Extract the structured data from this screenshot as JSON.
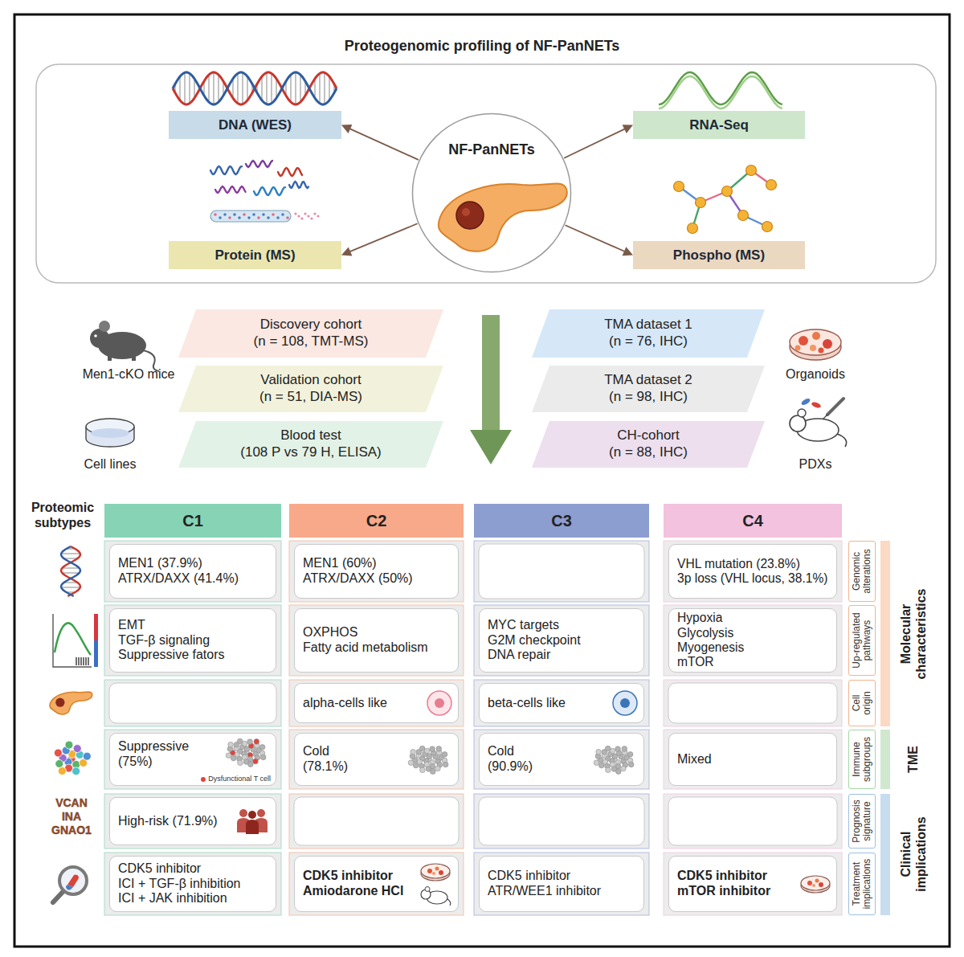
{
  "diagram": {
    "title": "Proteogenomic profiling of NF-PanNETs",
    "nodes": [
      {
        "text": [
          "DNA (WES)"
        ]
      },
      {
        "text": [
          "NF-PanNETs"
        ]
      },
      {
        "text": [
          "RNA-Seq"
        ]
      },
      {
        "text": [
          "Protein (MS)"
        ]
      },
      {
        "text": [
          "Phospho (MS)"
        ]
      },
      {
        "text": [
          "Discovery cohort",
          "(n = 108, TMT-MS)"
        ]
      },
      {
        "text": [
          "TMA dataset 1",
          "(n = 76, IHC)"
        ]
      },
      {
        "text": [
          "Validation cohort",
          "(n = 51, DIA-MS)"
        ]
      },
      {
        "text": [
          "TMA dataset 2",
          "(n = 98, IHC)"
        ]
      },
      {
        "text": [
          "Blood test",
          "(108 P vs 79 H, ELISA)"
        ]
      },
      {
        "text": [
          "CH-cohort",
          "(n = 88, IHC)"
        ]
      },
      {
        "text": [
          "C1"
        ]
      },
      {
        "text": [
          "C2"
        ]
      },
      {
        "text": [
          "C3"
        ]
      },
      {
        "text": [
          "C4"
        ]
      },
      {
        "text": [
          "MEN1 (37.9%)",
          "ATRX/DAXX (41.4%)"
        ]
      },
      {
        "text": [
          "MEN1 (60%)",
          "ATRX/DAXX (50%)"
        ]
      },
      {
        "text": [
          "VHL mutation (23.8%)",
          "3p loss (VHL locus, 38.1%)"
        ]
      },
      {
        "text": [
          "Genomic alterations"
        ]
      },
      {
        "text": [
          "EMT",
          "TGF-β signaling",
          "Suppressive fators"
        ]
      },
      {
        "text": [
          "OXPHOS",
          "Fatty acid metabolism"
        ]
      },
      {
        "text": [
          "MYC targets",
          "G2M checkpoint",
          "DNA repair"
        ]
      },
      {
        "text": [
          "Hypoxia",
          "Glycolysis",
          "Myogenesis",
          "mTOR"
        ]
      },
      {
        "text": [
          "Up-regulated pathways"
        ]
      },
      {
        "text": [
          "alpha-cells like"
        ]
      },
      {
        "text": [
          "beta-cells like"
        ]
      },
      {
        "text": [
          "Cell origin"
        ]
      },
      {
        "text": [
          "Suppressive (75%)",
          "Dysfunctional T cell"
        ]
      },
      {
        "text": [
          "Cold (78.1%)"
        ]
      },
      {
        "text": [
          "Cold (90.9%)"
        ]
      },
      {
        "text": [
          "Mixed"
        ]
      },
      {
        "text": [
          "Immune subgroups"
        ]
      },
      {
        "text": [
          "High-risk (71.9%)"
        ]
      },
      {
        "text": [
          "Prognosis signature"
        ]
      },
      {
        "text": [
          "CDK5 inhibitor",
          "ICI + TGF-β inhibition",
          "ICI + JAK inhibition"
        ]
      },
      {
        "text": [
          "CDK5 inhibitor",
          "Amiodarone HCl"
        ]
      },
      {
        "text": [
          "CDK5 inhibitor",
          "ATR/WEE1 inhibitor"
        ]
      },
      {
        "text": [
          "CDK5 inhibitor",
          "mTOR inhibitor"
        ]
      },
      {
        "text": [
          "Treatment implications"
        ]
      }
    ],
    "edges": [
      {
        "from": 1,
        "to": 0,
        "arrow": "to"
      },
      {
        "from": 1,
        "to": 2,
        "arrow": "to"
      },
      {
        "from": 1,
        "to": 3,
        "arrow": "to"
      },
      {
        "from": 1,
        "to": 4,
        "arrow": "to"
      }
    ],
    "labels": [
      "Men1-cKO mice",
      "Organoids",
      "Cell lines",
      "PDXs",
      "Proteomic subtypes",
      "VCAN",
      "INA",
      "GNAO1",
      "Molecular characteristics",
      "TME",
      "Clinical implications"
    ]
  }
}
